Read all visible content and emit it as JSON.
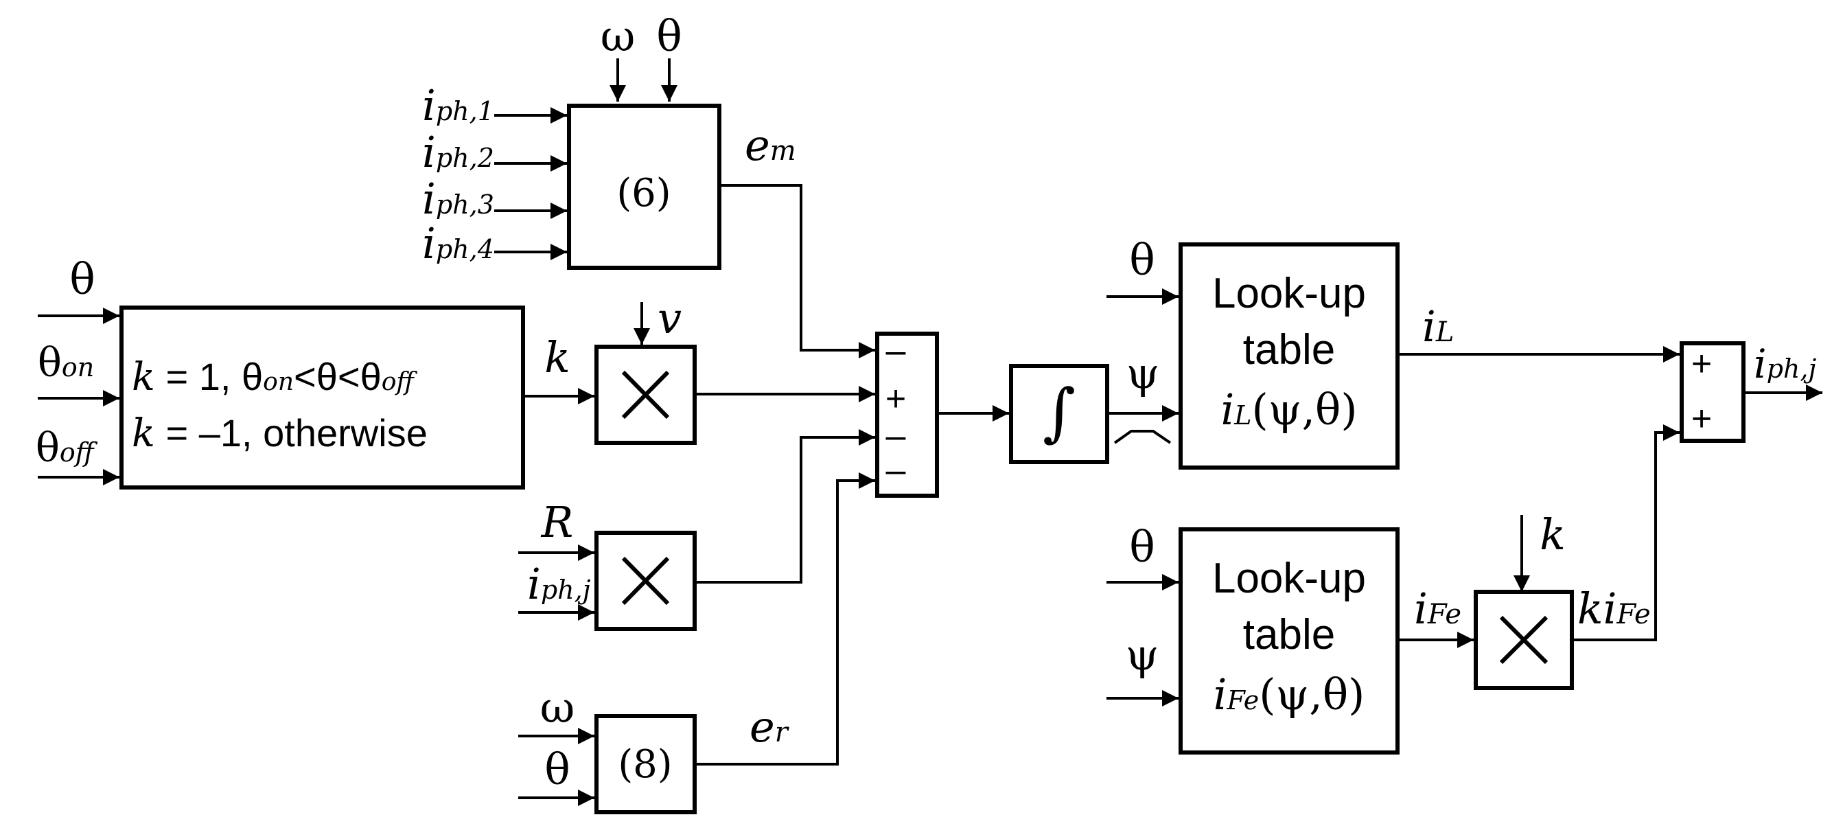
{
  "phase_current_inputs": [
    "i",
    "ph,1",
    "i",
    "ph,2",
    "i",
    "ph,3",
    "i",
    "ph,4"
  ],
  "block6": {
    "label": "(6)",
    "inputs": [
      "ω",
      "θ"
    ],
    "output_main": "e",
    "output_sub": "m"
  },
  "switch_block": {
    "inputs": [
      "θ",
      "θ",
      "on",
      "θ",
      "off"
    ],
    "line1": {
      "k": "k",
      "mid": " = 1, θ",
      "on": "on",
      "lt1": "<θ<θ",
      "off": "off"
    },
    "line2": {
      "k": "k",
      "rest": " = –1, otherwise"
    },
    "output": "k"
  },
  "mult_v": {
    "input": "v"
  },
  "mult_r": {
    "inputs": [
      "R",
      "i",
      "ph,j"
    ]
  },
  "block8": {
    "label": "(8)",
    "inputs": [
      "ω",
      "θ"
    ],
    "output_main": "e",
    "output_sub": "r"
  },
  "sum_block": {
    "signs": [
      "–",
      "+",
      "–",
      "–"
    ]
  },
  "integrator": {
    "symbol": "∫",
    "output": "ψ"
  },
  "lut_l": {
    "input": "θ",
    "line1": "Look-up",
    "line2": "table",
    "fn_main": "i",
    "fn_sub": "L",
    "fn_args": "(ψ,θ)",
    "output_main": "i",
    "output_sub": "L"
  },
  "lut_fe": {
    "inputs": [
      "θ",
      "ψ"
    ],
    "line1": "Look-up",
    "line2": "table",
    "fn_main": "i",
    "fn_sub": "Fe",
    "fn_args": "(ψ,θ)",
    "output_main": "i",
    "output_sub": "Fe"
  },
  "mult_k": {
    "input": "k",
    "output_k": "k",
    "output_main": "i",
    "output_sub": "Fe"
  },
  "final_sum": {
    "signs": [
      "+",
      "+"
    ],
    "output_main": "i",
    "output_sub": "ph,j"
  }
}
